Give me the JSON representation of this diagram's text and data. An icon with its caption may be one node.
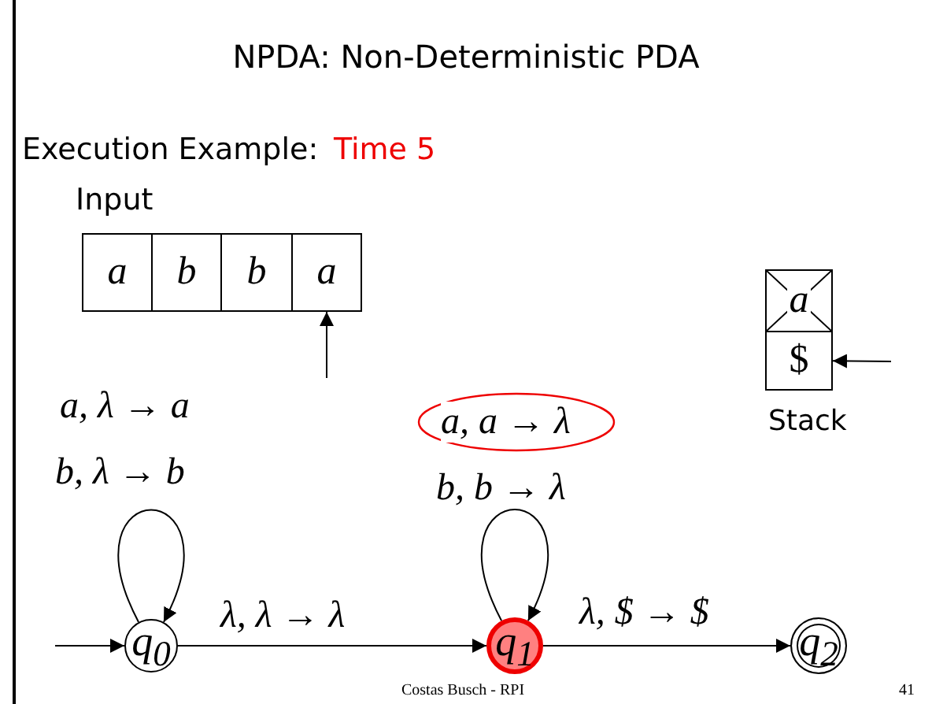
{
  "diagram": {
    "title": "NPDA: Non-Deterministic PDA",
    "nodes": [
      {
        "text": [
          "a"
        ]
      },
      {
        "text": [
          "b"
        ]
      },
      {
        "text": [
          "b"
        ]
      },
      {
        "text": [
          "a"
        ]
      },
      {
        "text": [
          "a"
        ]
      },
      {
        "text": [
          "$"
        ]
      },
      {
        "text": [
          "q$_{0}$"
        ]
      },
      {
        "text": [
          "q$_{1}$"
        ]
      },
      {
        "text": [
          "q$_{2}$"
        ]
      }
    ],
    "edges": [
      {
        "from": null,
        "to": 6,
        "arrow": "to"
      },
      {
        "from": 6,
        "to": 6,
        "arrow": "to",
        "label": [
          "a, λ → a",
          "b, λ → b"
        ]
      },
      {
        "from": 6,
        "to": 7,
        "arrow": "to",
        "label": "λ, λ → λ"
      },
      {
        "from": 7,
        "to": 7,
        "arrow": "to",
        "label": [
          "a, a → λ",
          "b, b → λ"
        ]
      },
      {
        "from": 7,
        "to": 8,
        "arrow": "to",
        "label": "λ, $ → $"
      },
      {
        "from": null,
        "to": 3,
        "arrow": "to"
      },
      {
        "from": null,
        "to": 5,
        "arrow": "to"
      }
    ],
    "labels": [
      "Execution Example:",
      "Time 5",
      "Input",
      "Stack",
      "Costas Busch - RPI",
      "41"
    ]
  }
}
